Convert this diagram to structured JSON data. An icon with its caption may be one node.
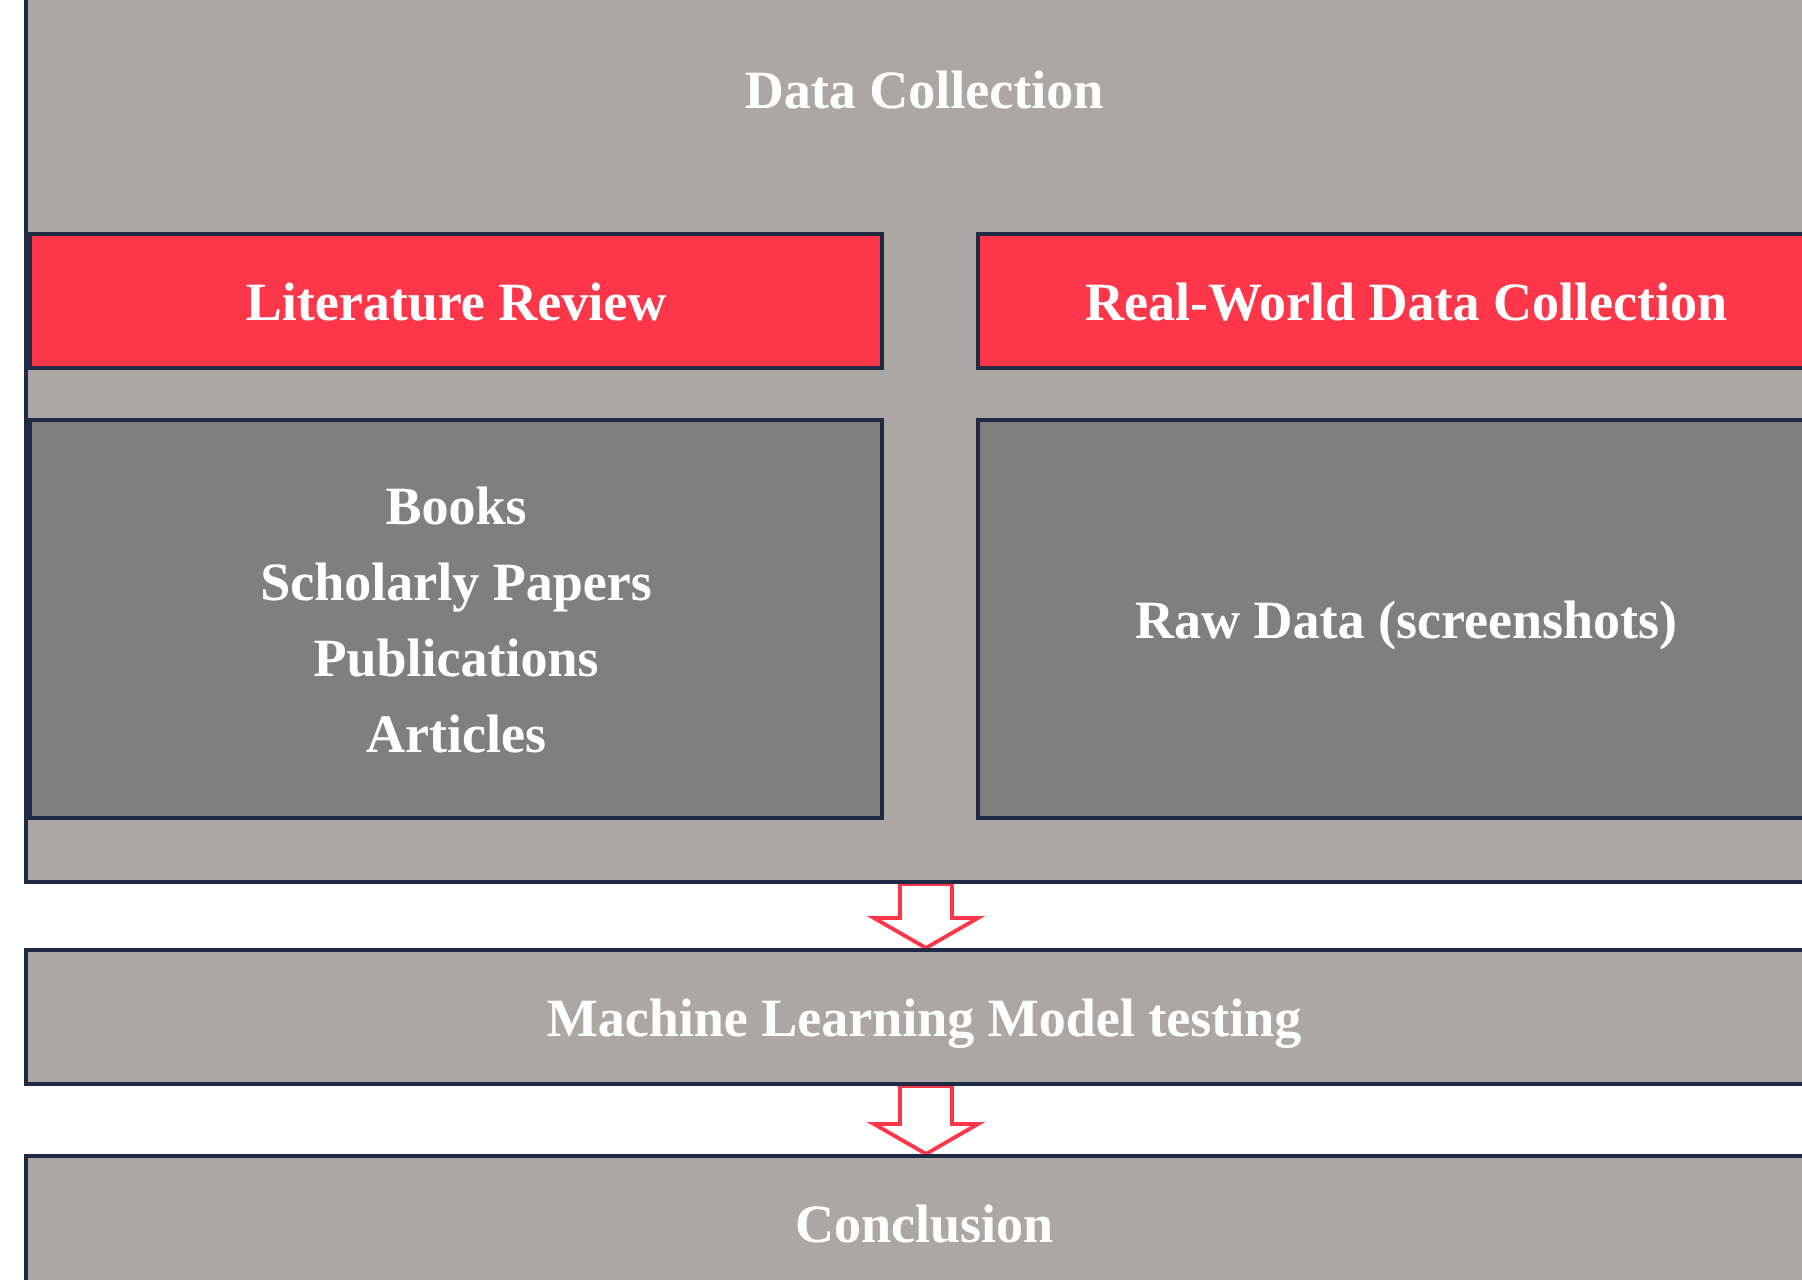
{
  "diagram": {
    "nodes": [
      {
        "text": [
          "Data Collection"
        ]
      },
      {
        "text": [
          "Literature Review"
        ],
        "in": 0
      },
      {
        "text": [
          "Real-World Data Collection"
        ],
        "in": 0
      },
      {
        "text": [
          "Books",
          "Scholarly Papers",
          "Publications",
          "Articles"
        ],
        "in": 0
      },
      {
        "text": [
          "Raw Data (screenshots)"
        ],
        "in": 0
      },
      {
        "text": [
          "Machine Learning Model testing"
        ]
      },
      {
        "text": [
          "Conclusion"
        ]
      }
    ],
    "edges": [
      {
        "from": 0,
        "to": 5,
        "arrow": "to"
      },
      {
        "from": 5,
        "to": 6,
        "arrow": "to"
      }
    ]
  }
}
